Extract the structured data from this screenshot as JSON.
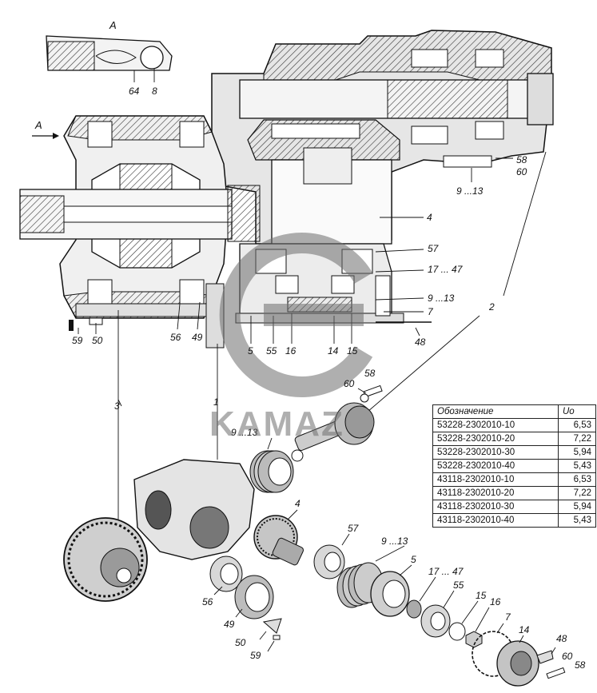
{
  "diagram": {
    "view_marker": "A",
    "view_arrow_label": "A",
    "labels": {
      "l64": "64",
      "l8": "8",
      "l4_top": "4",
      "l58_top": "58",
      "l60_top": "60",
      "l9_13_top": "9 ...13",
      "l57_top": "57",
      "l17_47_top": "17 ... 47",
      "l9_13_mid": "9 ...13",
      "l7_top": "7",
      "l2": "2",
      "l48_top": "48",
      "l59_top": "59",
      "l50_top": "50",
      "l56_top": "56",
      "l49_top": "49",
      "l5_top": "5",
      "l55_top": "55",
      "l16_top": "16",
      "l14_top": "14",
      "l15_top": "15",
      "l3": "3",
      "l1": "1",
      "l58_mid": "58",
      "l60_mid": "60",
      "l9_13_ex": "9 ...13",
      "l4_ex": "4",
      "l57_ex": "57",
      "l9_13_ex2": "9 ...13",
      "l5_ex": "5",
      "l17_47_ex": "17 ... 47",
      "l55_ex": "55",
      "l15_ex": "15",
      "l16_ex": "16",
      "l7_ex": "7",
      "l14_ex": "14",
      "l48_ex": "48",
      "l60_ex": "60",
      "l58_ex": "58",
      "l56_ex": "56",
      "l49_ex": "49",
      "l50_ex": "50",
      "l59_ex": "59"
    },
    "watermark": "KAMAZ"
  },
  "spec_table": {
    "headers": {
      "designation": "Обозначение",
      "ratio": "Uo"
    },
    "rows": [
      {
        "designation": "53228-2302010-10",
        "ratio": "6,53"
      },
      {
        "designation": "53228-2302010-20",
        "ratio": "7,22"
      },
      {
        "designation": "53228-2302010-30",
        "ratio": "5,94"
      },
      {
        "designation": "53228-2302010-40",
        "ratio": "5,43"
      },
      {
        "designation": "43118-2302010-10",
        "ratio": "6,53"
      },
      {
        "designation": "43118-2302010-20",
        "ratio": "7,22"
      },
      {
        "designation": "43118-2302010-30",
        "ratio": "5,94"
      },
      {
        "designation": "43118-2302010-40",
        "ratio": "5,43"
      }
    ]
  }
}
